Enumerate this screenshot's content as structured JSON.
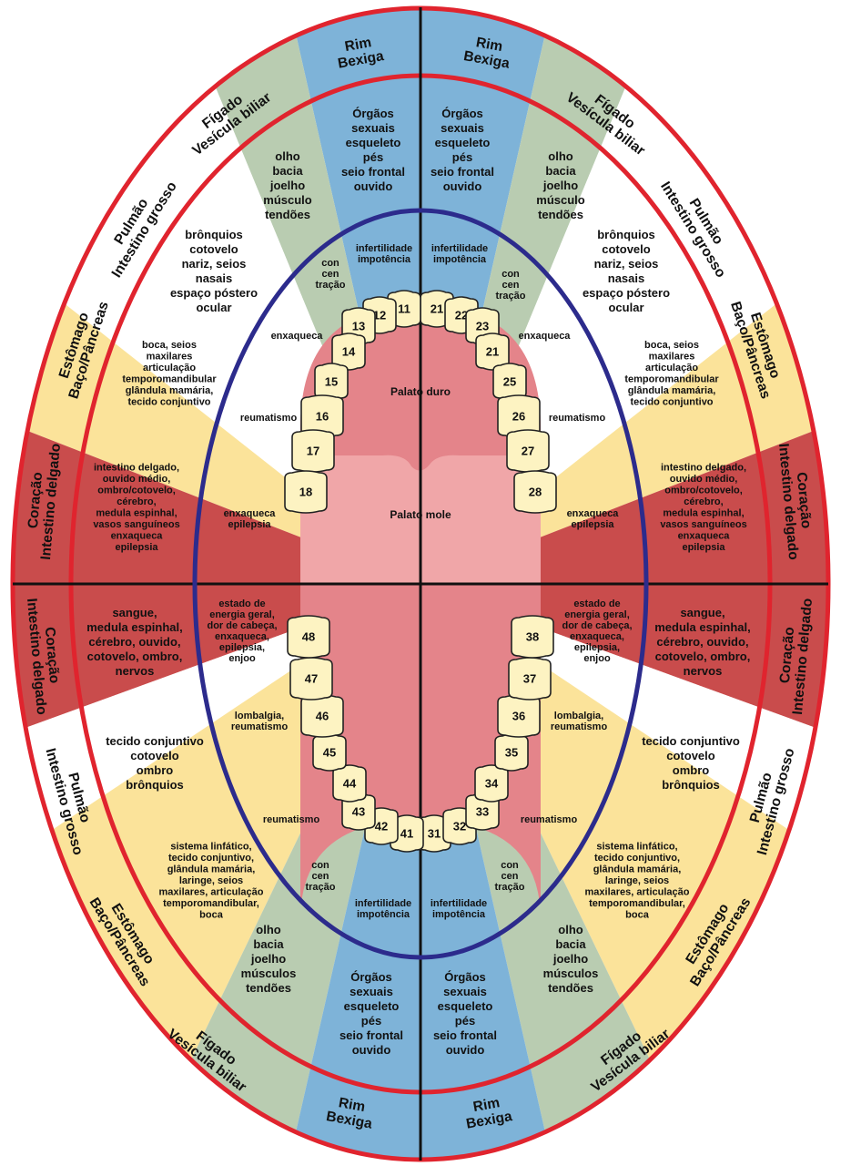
{
  "colors": {
    "blue": "#7eb3d8",
    "green": "#b9ccb1",
    "white": "#ffffff",
    "yellow": "#fbe39a",
    "red": "#c94c4c",
    "red_ring": "#e0242e",
    "navy": "#2c2b8c",
    "gum": "#e4848a",
    "soft_palate": "#f0a6a8",
    "tooth": "#fdf3c2"
  },
  "organs": {
    "rim_bexiga": [
      "Rim",
      "Bexiga"
    ],
    "figado": [
      "Fígado",
      "Vesícula biliar"
    ],
    "pulmao": [
      "Pulmão",
      "Intestino grosso"
    ],
    "estomago": [
      "Estômago",
      "Baço/Pâncreas"
    ],
    "coracao": [
      "Coração",
      "Intestino delgado"
    ]
  },
  "ring_text": {
    "orgaos": [
      "Órgãos",
      "sexuais",
      "esqueleto",
      "pés",
      "seio frontal",
      "ouvido"
    ],
    "olho_top": [
      "olho",
      "bacia",
      "joelho",
      "músculo",
      "tendões"
    ],
    "olho_bottom": [
      "olho",
      "bacia",
      "joelho",
      "músculos",
      "tendões"
    ],
    "bronquios_top": [
      "brônquios",
      "cotovelo",
      "nariz, seios",
      "nasais",
      "espaço póstero",
      "ocular"
    ],
    "boca_top_left": [
      "boca, seios",
      "maxilares",
      "articulação",
      "temporomandibular",
      "glândula mamária,",
      "tecido conjuntivo"
    ],
    "intestino_top_left": [
      "intestino delgado,",
      "ouvido médio,",
      "ombro/cotovelo,",
      "cérebro,",
      "medula espinhal,",
      "vasos sanguíneos",
      "enxaqueca",
      "epilepsia"
    ],
    "intestino_top_right": [
      "intestino delgado,",
      "ouvido médio,",
      "ombro/cotovelo,",
      "cérebro,",
      "medula espinhal,",
      "vasos sanguíneos",
      "enxaqueca",
      "epilepsia"
    ],
    "sangue": [
      "sangue,",
      "medula espinhal,",
      "cérebro, ouvido,",
      "cotovelo, ombro,",
      "nervos"
    ],
    "tecido_bottom": [
      "tecido conjuntivo",
      "cotovelo",
      "ombro",
      "brônquios"
    ],
    "sistema": [
      "sistema linfático,",
      "tecido conjuntivo,",
      "glândula mamária,",
      "laringe, seios",
      "maxilares, articulação",
      "temporomandibular,",
      "boca"
    ]
  },
  "inner_text": {
    "infertilidade": [
      "infertilidade",
      "impotência"
    ],
    "concentracao": [
      "con",
      "cen",
      "tração"
    ],
    "enxaqueca": "enxaqueca",
    "reumatismo": "reumatismo",
    "enxaqueca_epilepsia": [
      "enxaqueca",
      "epilepsia"
    ],
    "estado": [
      "estado de",
      "energia geral,",
      "dor de cabeça,",
      "enxaqueca,",
      "epilepsia,",
      "enjoo"
    ],
    "lombalgia": [
      "lombalgia,",
      "reumatismo"
    ]
  },
  "palate": {
    "hard": "Palato duro",
    "soft": "Palato mole"
  },
  "teeth": {
    "upper_left": [
      "11",
      "12",
      "13",
      "14",
      "15",
      "16",
      "17",
      "18"
    ],
    "upper_right": [
      "21",
      "22",
      "23",
      "21",
      "25",
      "26",
      "27",
      "28"
    ],
    "lower_left": [
      "41",
      "42",
      "43",
      "44",
      "45",
      "46",
      "47",
      "48"
    ],
    "lower_right": [
      "31",
      "32",
      "33",
      "34",
      "35",
      "36",
      "37",
      "38"
    ]
  }
}
